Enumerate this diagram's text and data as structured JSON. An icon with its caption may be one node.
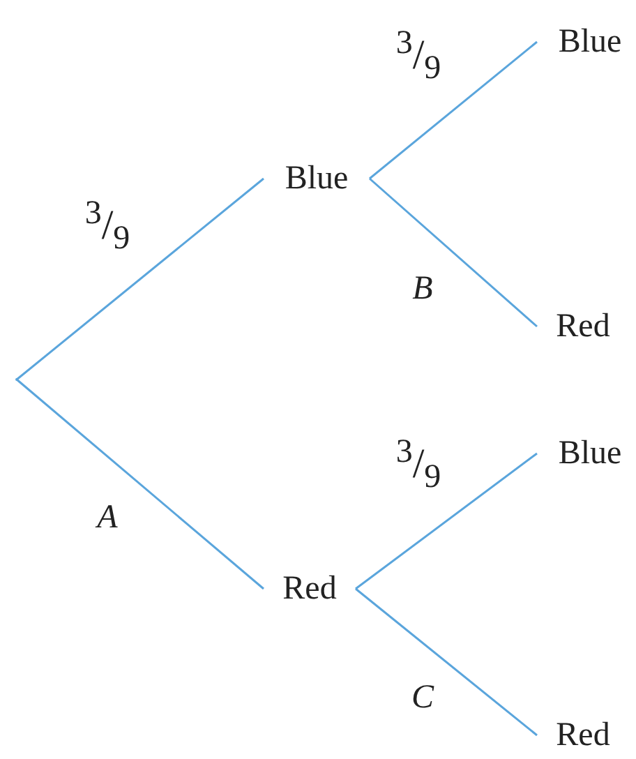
{
  "diagram": {
    "nodes": [
      {
        "text": [],
        "shape": "point"
      },
      {
        "text": [
          "Blue"
        ]
      },
      {
        "text": [
          "Red"
        ]
      },
      {
        "text": [
          "Blue"
        ]
      },
      {
        "text": [
          "Red"
        ]
      },
      {
        "text": [
          "Blue"
        ]
      },
      {
        "text": [
          "Red"
        ]
      }
    ],
    "edges": [
      {
        "from": 0,
        "to": 1,
        "arrow": "none",
        "label": "3/9"
      },
      {
        "from": 0,
        "to": 2,
        "arrow": "none",
        "label": "A"
      },
      {
        "from": 1,
        "to": 3,
        "arrow": "none",
        "label": "3/9"
      },
      {
        "from": 1,
        "to": 4,
        "arrow": "none",
        "label": "B"
      },
      {
        "from": 2,
        "to": 5,
        "arrow": "none",
        "label": "3/9"
      },
      {
        "from": 2,
        "to": 6,
        "arrow": "none",
        "label": "C"
      }
    ]
  }
}
